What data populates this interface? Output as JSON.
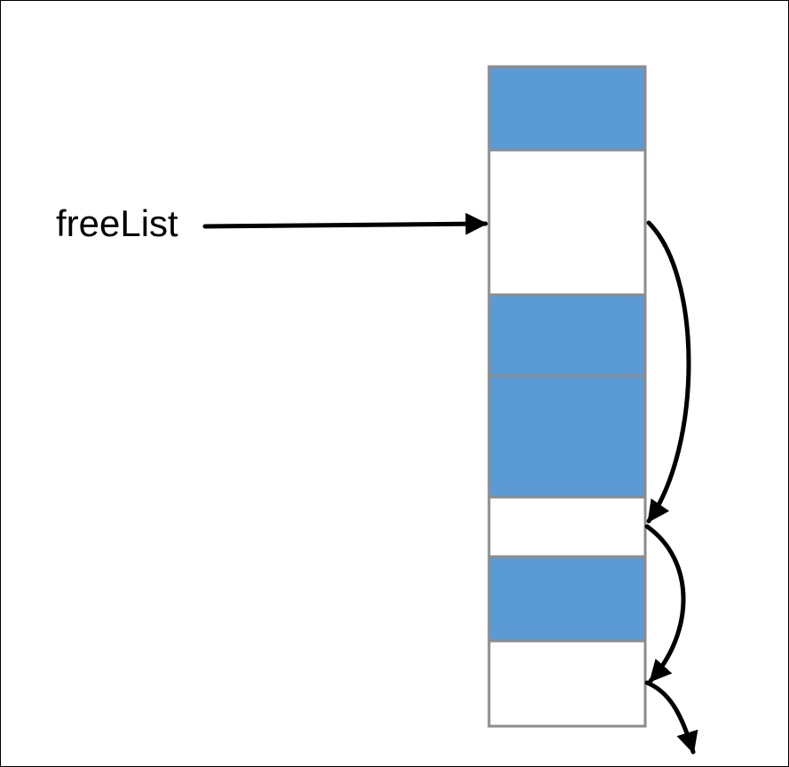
{
  "pointer_label": "freeList",
  "colors": {
    "used": "#5b9bd5",
    "free": "#ffffff",
    "border": "#8c8c8c",
    "arrow": "#000000"
  },
  "blocks": [
    {
      "status": "used"
    },
    {
      "status": "free"
    },
    {
      "status": "used"
    },
    {
      "status": "used"
    },
    {
      "status": "free"
    },
    {
      "status": "used"
    },
    {
      "status": "free"
    }
  ]
}
